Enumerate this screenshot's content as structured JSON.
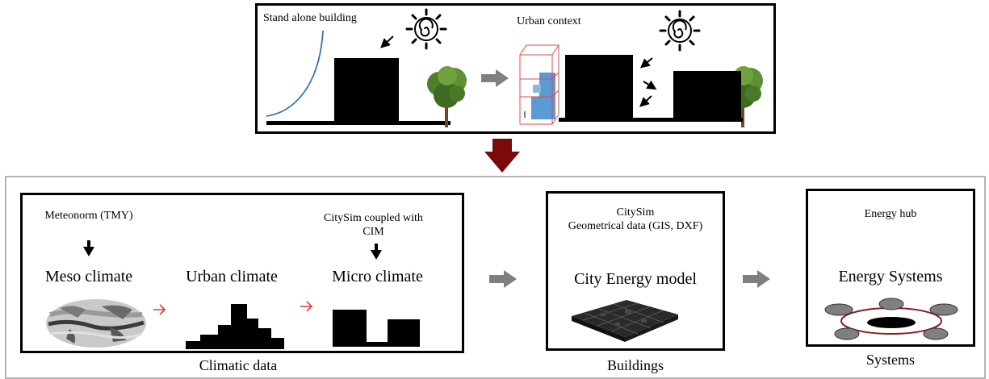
{
  "top_panel": {
    "standalone_label": "Stand alone building",
    "urban_label": "Urban context"
  },
  "climatic": {
    "source_label": "Meteonorm (TMY)",
    "coupled_label_line1": "CitySim coupled with",
    "coupled_label_line2": "CIM",
    "meso_label": "Meso climate",
    "urban_label": "Urban climate",
    "micro_label": "Micro climate",
    "caption": "Climatic data"
  },
  "buildings": {
    "tool_label": "CitySim",
    "input_label": "Geometrical data (GIS, DXF)",
    "model_label": "City Energy model",
    "caption": "Buildings"
  },
  "systems": {
    "tool_label": "Energy hub",
    "model_label": "Energy Systems",
    "caption": "Systems"
  },
  "colors": {
    "flow_arrow": "#7f7f7f",
    "main_arrow": "#7b0a0a",
    "red_arrow": "#e23a3a",
    "outline_gray": "#b3b3b3",
    "curve_blue": "#2e75b6",
    "block_blue": "#5b9bd5",
    "tree_green": "#4f7d2a"
  }
}
